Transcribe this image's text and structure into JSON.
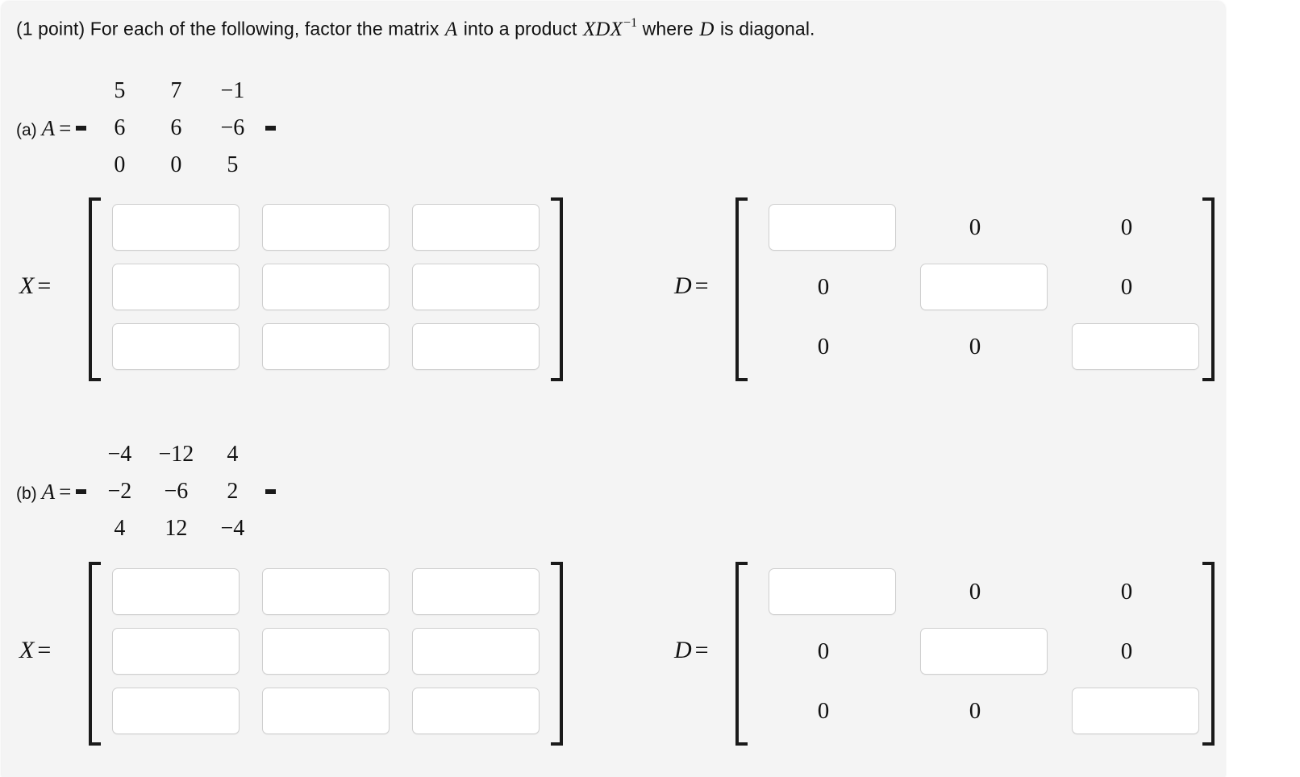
{
  "page": {
    "prompt_prefix": "(1 point) For each of the following, factor the matrix ",
    "prompt_var_a": "A",
    "prompt_mid": " into a product ",
    "prompt_xdx": "XDX",
    "prompt_exp": "−1",
    "prompt_where": " where ",
    "prompt_var_d": "D",
    "prompt_suffix": " is diagonal."
  },
  "problems": [
    {
      "id": "a",
      "label": "(a)",
      "var": "A",
      "equals": "=",
      "matrix": [
        [
          "5",
          "7",
          "−1"
        ],
        [
          "6",
          "6",
          "−6"
        ],
        [
          "0",
          "0",
          "5"
        ]
      ],
      "x_label": "X",
      "x_equals": "=",
      "d_label": "D",
      "d_equals": "=",
      "x_values": [
        [
          "",
          "",
          ""
        ],
        [
          "",
          "",
          ""
        ],
        [
          "",
          "",
          ""
        ]
      ],
      "x_placeholders": [
        [
          "",
          "",
          ""
        ],
        [
          "",
          "",
          ""
        ],
        [
          "",
          "",
          ""
        ]
      ],
      "d_cells": [
        [
          {
            "type": "input",
            "value": ""
          },
          {
            "type": "text",
            "value": "0"
          },
          {
            "type": "text",
            "value": "0"
          }
        ],
        [
          {
            "type": "text",
            "value": "0"
          },
          {
            "type": "input",
            "value": ""
          },
          {
            "type": "text",
            "value": "0"
          }
        ],
        [
          {
            "type": "text",
            "value": "0"
          },
          {
            "type": "text",
            "value": "0"
          },
          {
            "type": "input",
            "value": ""
          }
        ]
      ]
    },
    {
      "id": "b",
      "label": "(b)",
      "var": "A",
      "equals": "=",
      "matrix": [
        [
          "−4",
          "−12",
          "4"
        ],
        [
          "−2",
          "−6",
          "2"
        ],
        [
          "4",
          "12",
          "−4"
        ]
      ],
      "x_label": "X",
      "x_equals": "=",
      "d_label": "D",
      "d_equals": "=",
      "x_values": [
        [
          "",
          "",
          ""
        ],
        [
          "",
          "",
          ""
        ],
        [
          "",
          "",
          ""
        ]
      ],
      "x_placeholders": [
        [
          "",
          "",
          ""
        ],
        [
          "",
          "",
          ""
        ],
        [
          "",
          "",
          ""
        ]
      ],
      "d_cells": [
        [
          {
            "type": "input",
            "value": ""
          },
          {
            "type": "text",
            "value": "0"
          },
          {
            "type": "text",
            "value": "0"
          }
        ],
        [
          {
            "type": "text",
            "value": "0"
          },
          {
            "type": "input",
            "value": ""
          },
          {
            "type": "text",
            "value": "0"
          }
        ],
        [
          {
            "type": "text",
            "value": "0"
          },
          {
            "type": "text",
            "value": "0"
          },
          {
            "type": "input",
            "value": ""
          }
        ]
      ]
    }
  ],
  "colors": {
    "panel_bg": "#f4f4f4",
    "page_bg": "#ffffff",
    "text": "#111111",
    "input_border": "#cfcfcf",
    "bracket": "#1a1a1a"
  }
}
